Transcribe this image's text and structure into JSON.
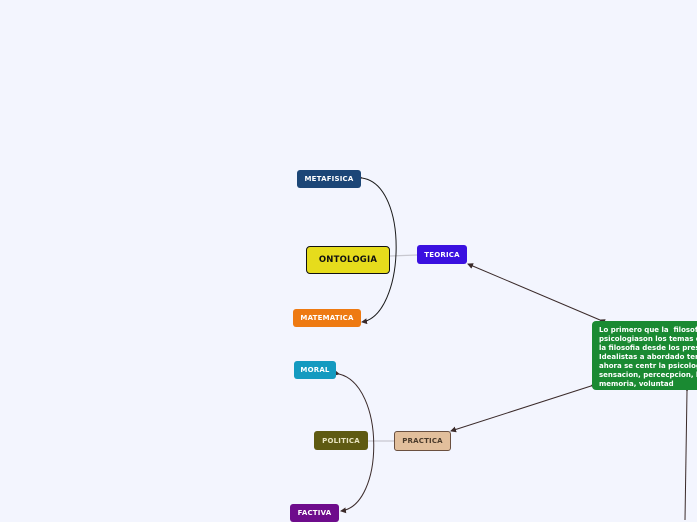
{
  "nodes": {
    "central": "Lo primero que la  filosofia\npsicologiason los temas de\nla filosofia desde los presocraticos\nIdealistas a abordado temas\nahora se centr la psicologia\nsensacion, percecpcion, l\nmemoria, voluntad",
    "teorica": "TEORICA",
    "practica": "PRACTICA",
    "metafisica": "METAFISICA",
    "ontologia": "ONTOLOGIA",
    "matematica": "MATEMATICA",
    "moral": "MORAL",
    "politica": "POLITICA",
    "factiva": "FACTIVA"
  },
  "colors": {
    "background": "#f3f5fe",
    "central": "#1a8a32",
    "teorica": "#3a10e0",
    "practica": "#e2bf9c",
    "metafisica": "#1c4677",
    "ontologia": "#e6dc1c",
    "matematica": "#ee7a12",
    "moral": "#149ac0",
    "politica": "#5e5a12",
    "factiva": "#6e0c8c"
  }
}
